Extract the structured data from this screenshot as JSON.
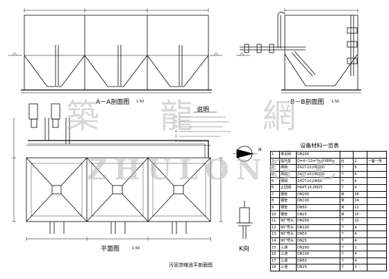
{
  "views": {
    "section_aa": {
      "title": "A－A剖面图",
      "scale": "1:50"
    },
    "section_bb": {
      "title": "B－B剖面图",
      "scale": "1:50"
    },
    "plan": {
      "title": "平面图",
      "scale": "1:50"
    },
    "detail_k": {
      "title": "K向"
    },
    "bottom_caption": "污泥浓缩池平剖面图"
  },
  "notes": {
    "title": "说明",
    "lines": [
      "1.",
      "2.",
      "3.",
      "4.",
      "5.",
      "6."
    ]
  },
  "north_arrow": {
    "label": "N"
  },
  "materials_table": {
    "title": "设备材料一览表",
    "rows": [
      {
        "no": "1",
        "name": "排泥阀",
        "spec": "DN200",
        "unit": "",
        "qty": "",
        "note": ""
      },
      {
        "no": "2",
        "name": "提升泵",
        "spec": "Q=4~12m³/h,0.6MPa",
        "unit": "台",
        "qty": "2",
        "note": "一备一用"
      },
      {
        "no": "3",
        "name": "闸阀",
        "spec": "Z41T-10,DN200",
        "unit": "个",
        "qty": "6",
        "note": ""
      },
      {
        "no": "4",
        "name": "闸阀",
        "spec": "Z41T-10,DN100",
        "unit": "个",
        "qty": "6",
        "note": ""
      },
      {
        "no": "5",
        "name": "闸阀",
        "spec": "Z41T-10,DN50",
        "unit": "个",
        "qty": "6",
        "note": ""
      },
      {
        "no": "6",
        "name": "止回阀",
        "spec": "H44T-10,DN25",
        "unit": "个",
        "qty": "4",
        "note": ""
      },
      {
        "no": "7",
        "name": "钢管",
        "spec": "DN200",
        "unit": "米",
        "qty": "38",
        "note": ""
      },
      {
        "no": "8",
        "name": "钢管",
        "spec": "DN100",
        "unit": "米",
        "qty": "24",
        "note": ""
      },
      {
        "no": "9",
        "name": "钢管",
        "spec": "DN50",
        "unit": "米",
        "qty": "12",
        "note": ""
      },
      {
        "no": "10",
        "name": "钢管",
        "spec": "DN25",
        "unit": "米",
        "qty": "10",
        "note": ""
      },
      {
        "no": "11",
        "name": "90°弯头",
        "spec": "DN200",
        "unit": "个",
        "qty": "10",
        "note": ""
      },
      {
        "no": "12",
        "name": "90°弯头",
        "spec": "DN100",
        "unit": "个",
        "qty": "4",
        "note": ""
      },
      {
        "no": "13",
        "name": "90°弯头",
        "spec": "DN50",
        "unit": "个",
        "qty": "4",
        "note": ""
      },
      {
        "no": "14",
        "name": "90°弯头",
        "spec": "DN25",
        "unit": "个",
        "qty": "4",
        "note": ""
      },
      {
        "no": "15",
        "name": "三通",
        "spec": "DN200",
        "unit": "个",
        "qty": "2",
        "note": ""
      },
      {
        "no": "16",
        "name": "三通",
        "spec": "DN100",
        "unit": "个",
        "qty": "4",
        "note": ""
      },
      {
        "no": "17",
        "name": "三通",
        "spec": "DN50",
        "unit": "个",
        "qty": "4",
        "note": ""
      },
      {
        "no": "18",
        "name": "三通",
        "spec": "DN25",
        "unit": "个",
        "qty": "2",
        "note": ""
      }
    ]
  },
  "watermark": {
    "chars": [
      "築",
      "龍",
      "網"
    ],
    "url": "ZHULONG.C"
  }
}
